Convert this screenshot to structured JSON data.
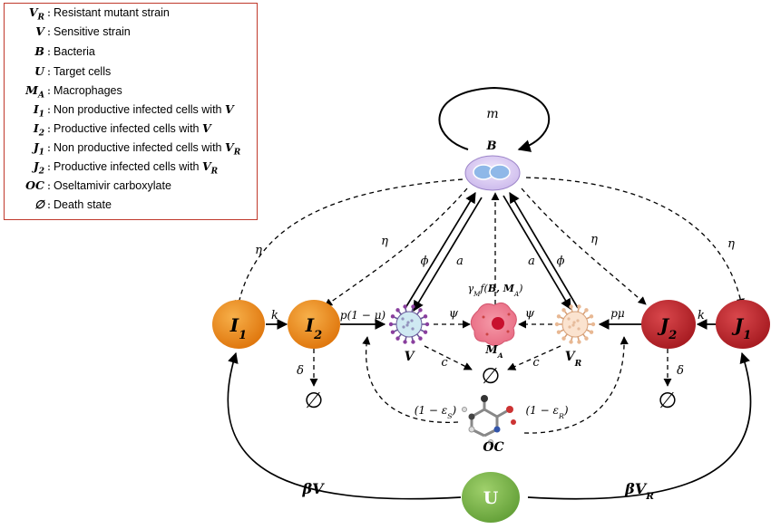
{
  "legend": [
    {
      "symbol": "V_R",
      "separator": ":",
      "description": "Resistant mutant strain"
    },
    {
      "symbol": "V",
      "separator": ":",
      "description": "Sensitive strain"
    },
    {
      "symbol": "B",
      "separator": ":",
      "description": "Bacteria"
    },
    {
      "symbol": "U",
      "separator": ":",
      "description": "Target cells"
    },
    {
      "symbol": "M_A",
      "separator": ":",
      "description": "Macrophages"
    },
    {
      "symbol": "I_1",
      "separator": ":",
      "description": "Non productive infected cells  with",
      "suffix": "V"
    },
    {
      "symbol": "I_2",
      "separator": ":",
      "description": "Productive infected cells  with",
      "suffix": "V"
    },
    {
      "symbol": "J_1",
      "separator": ":",
      "description": "Non productive infected cells  with",
      "suffix": "V_R"
    },
    {
      "symbol": "J_2",
      "separator": ":",
      "description": "Productive infected cells  with",
      "suffix": "V_R"
    },
    {
      "symbol": "OC",
      "separator": ":",
      "description": "Oseltamivir carboxylate"
    },
    {
      "symbol": "∅",
      "separator": ":",
      "description": "Death state"
    }
  ],
  "nodes": {
    "I1": {
      "label": "I",
      "sub": "1",
      "color": "#f0871a"
    },
    "I2": {
      "label": "I",
      "sub": "2",
      "color": "#f0871a"
    },
    "J1": {
      "label": "J",
      "sub": "1",
      "color": "#c0262c"
    },
    "J2": {
      "label": "J",
      "sub": "2",
      "color": "#c0262c"
    },
    "U": {
      "label": "U",
      "color": "#7ab648"
    },
    "B": {
      "label": "B"
    },
    "V": {
      "label": "V"
    },
    "VR": {
      "label": "V",
      "sub": "R"
    },
    "MA": {
      "label": "M",
      "sub": "A"
    },
    "OC": {
      "label": "OC"
    },
    "death_center": {
      "label": "∅"
    },
    "death_I2": {
      "label": "∅"
    },
    "death_J2": {
      "label": "∅"
    }
  },
  "edge_labels": {
    "m": "m",
    "eta_left_outer": "η",
    "eta_left_inner": "η",
    "eta_right_inner": "η",
    "eta_right_outer": "η",
    "k_left": "k",
    "k_right": "k",
    "p_one_minus_mu": "p(1 − μ)",
    "p_mu": "pμ",
    "phi_left": "ϕ",
    "phi_right": "ϕ",
    "a_left": "a",
    "a_right": "a",
    "gamma": "γ",
    "gamma_sub": "M",
    "gamma_f": "f(",
    "gamma_args": "B, M",
    "gamma_args_sub": "A",
    "gamma_close": ")",
    "psi_left": "ψ",
    "psi_right": "ψ",
    "c_left": "c",
    "c_right": "c",
    "delta_left": "δ",
    "delta_right": "δ",
    "eps_s": "(1 − ε",
    "eps_s_sub": "S",
    "eps_s_close": ")",
    "eps_r": "(1 − ε",
    "eps_r_sub": "R",
    "eps_r_close": ")",
    "beta_v": "βV",
    "beta_vr": "βV",
    "beta_vr_sub": "R"
  },
  "colors": {
    "legend_border": "#c0392b",
    "orange": "#f0871a",
    "red": "#c0262c",
    "green": "#7ab648"
  }
}
